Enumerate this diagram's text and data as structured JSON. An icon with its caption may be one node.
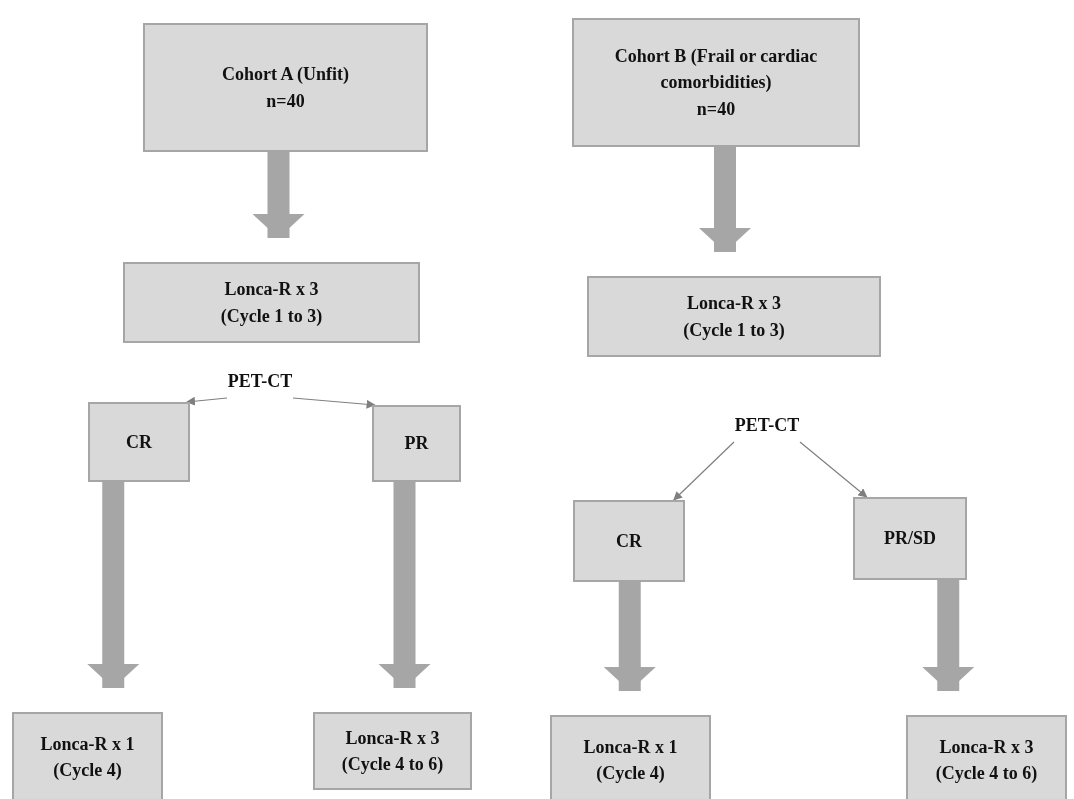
{
  "diagram": {
    "nodes": [
      {
        "text": [
          "Cohort A (Unfit)",
          "n=40"
        ]
      },
      {
        "text": [
          "Cohort B (Frail or cardiac comorbidities)",
          "n=40"
        ]
      },
      {
        "text": [
          "Lonca-R x 3",
          "(Cycle 1 to 3)"
        ]
      },
      {
        "text": [
          "Lonca-R x 3",
          "(Cycle 1 to 3)"
        ]
      },
      {
        "text": [
          "PET-CT"
        ]
      },
      {
        "text": [
          "PET-CT"
        ]
      },
      {
        "text": [
          "CR"
        ]
      },
      {
        "text": [
          "PR"
        ]
      },
      {
        "text": [
          "CR"
        ]
      },
      {
        "text": [
          "PR/SD"
        ]
      },
      {
        "text": [
          "Lonca-R x 1",
          "(Cycle 4)"
        ]
      },
      {
        "text": [
          "Lonca-R x 3",
          "(Cycle 4 to 6)"
        ]
      },
      {
        "text": [
          "Lonca-R x 1",
          "(Cycle 4)"
        ]
      },
      {
        "text": [
          "Lonca-R x 3",
          "(Cycle 4 to 6)"
        ]
      }
    ],
    "edges": [
      {
        "from": 0,
        "to": 2,
        "arrow": "to"
      },
      {
        "from": 1,
        "to": 3,
        "arrow": "to"
      },
      {
        "from": 4,
        "to": 6,
        "arrow": "to",
        "color": "#7f7f7f"
      },
      {
        "from": 4,
        "to": 7,
        "arrow": "to",
        "color": "#7f7f7f"
      },
      {
        "from": 5,
        "to": 8,
        "arrow": "to",
        "color": "#7f7f7f"
      },
      {
        "from": 5,
        "to": 9,
        "arrow": "to",
        "color": "#7f7f7f"
      },
      {
        "from": 6,
        "to": 10,
        "arrow": "to"
      },
      {
        "from": 7,
        "to": 11,
        "arrow": "to"
      },
      {
        "from": 8,
        "to": 12,
        "arrow": "to"
      },
      {
        "from": 9,
        "to": 13,
        "arrow": "to"
      }
    ]
  }
}
